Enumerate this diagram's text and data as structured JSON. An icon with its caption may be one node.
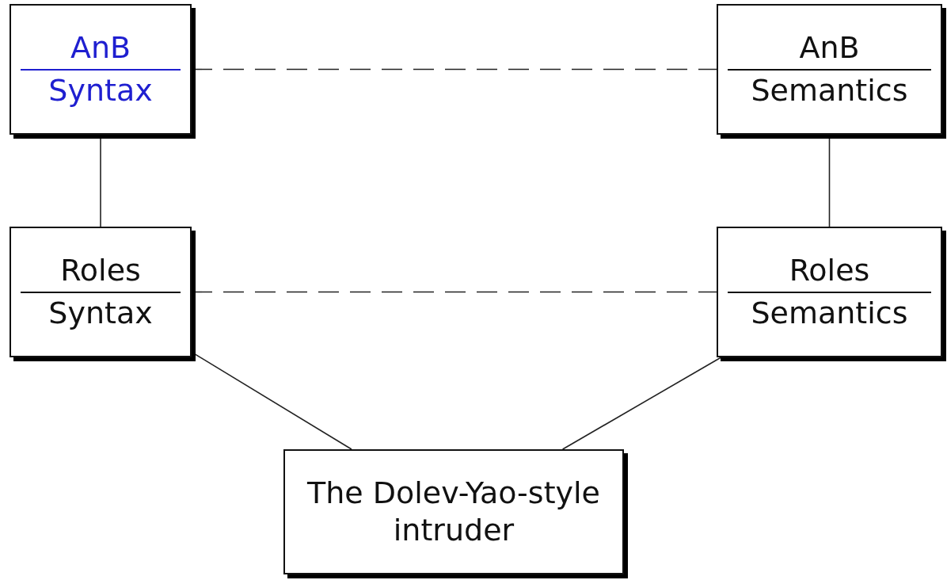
{
  "diagram": {
    "nodes": [
      {
        "text": [
          "AnB",
          "Syntax"
        ]
      },
      {
        "text": [
          "AnB",
          "Semantics"
        ]
      },
      {
        "text": [
          "Roles",
          "Syntax"
        ]
      },
      {
        "text": [
          "Roles",
          "Semantics"
        ]
      },
      {
        "text": [
          "The Dolev-Yao-style intruder"
        ]
      }
    ],
    "edges": [
      {
        "from": 0,
        "to": 1,
        "arrow": "none",
        "style": "dashed"
      },
      {
        "from": 0,
        "to": 2,
        "arrow": "none"
      },
      {
        "from": 1,
        "to": 3,
        "arrow": "none"
      },
      {
        "from": 2,
        "to": 3,
        "arrow": "none",
        "style": "dashed"
      },
      {
        "from": 2,
        "to": 4,
        "arrow": "none"
      },
      {
        "from": 3,
        "to": 4,
        "arrow": "none"
      }
    ]
  }
}
